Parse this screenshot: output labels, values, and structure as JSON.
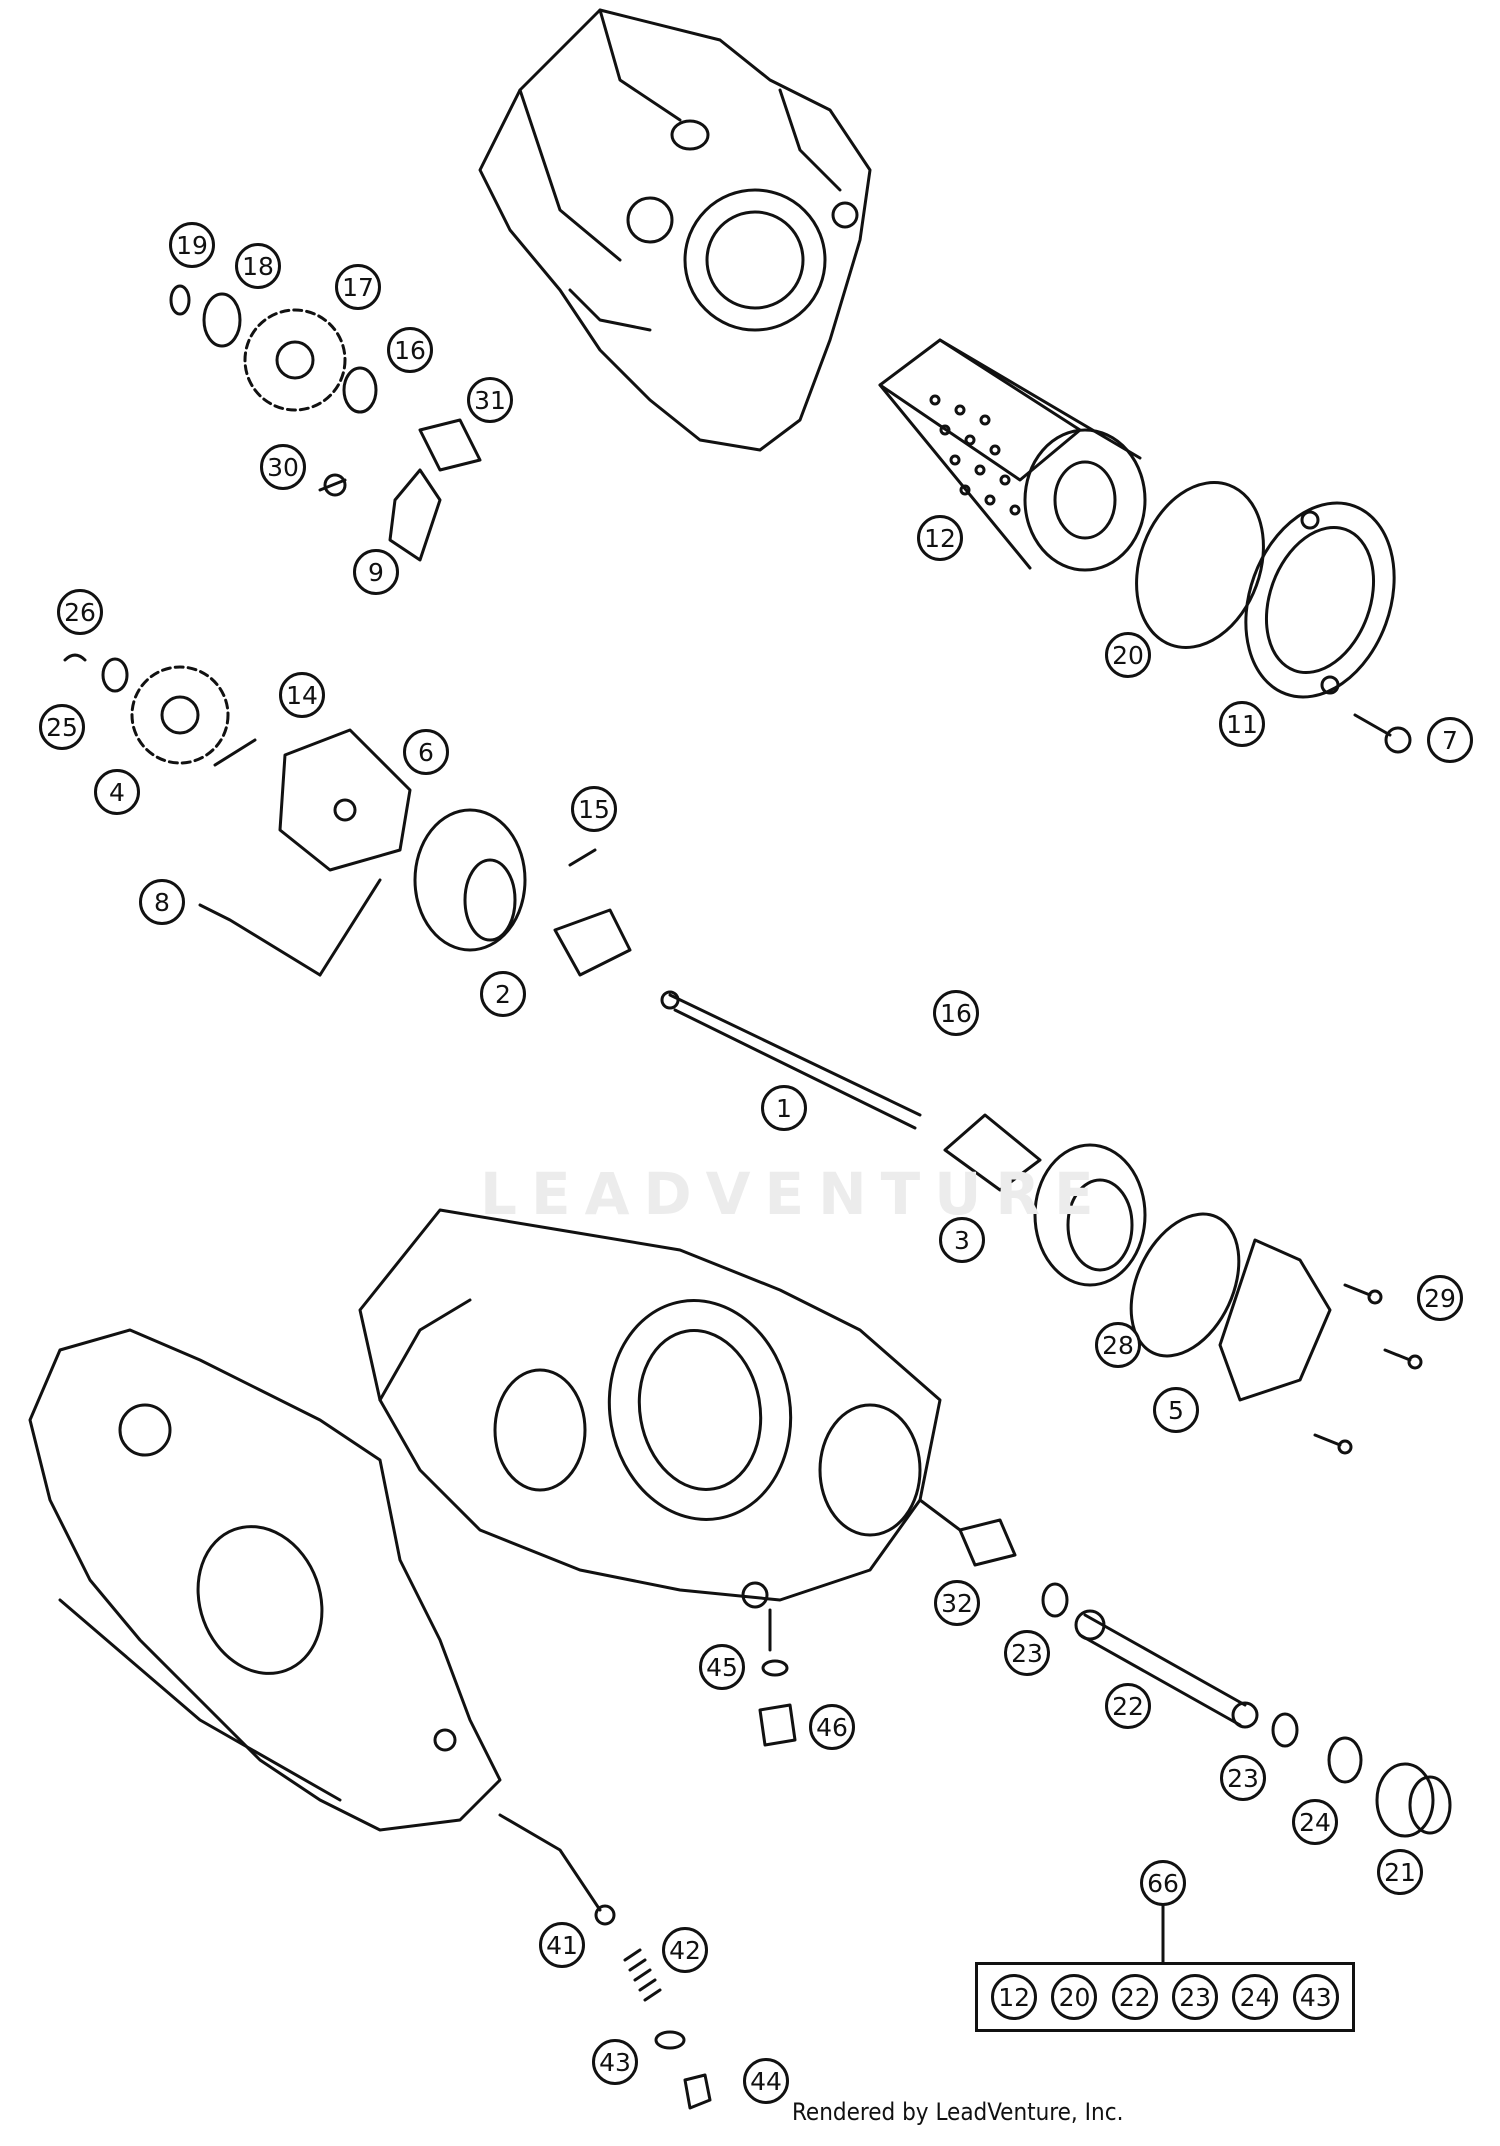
{
  "diagram": {
    "watermark_text": "LEADVENTURE",
    "credit": "Rendered by LeadVenture, Inc.",
    "callouts": [
      "19",
      "18",
      "17",
      "16",
      "31",
      "30",
      "9",
      "12",
      "20",
      "11",
      "7",
      "26",
      "25",
      "4",
      "14",
      "6",
      "15",
      "8",
      "2",
      "16",
      "1",
      "3",
      "29",
      "28",
      "5",
      "32",
      "23",
      "22",
      "23",
      "24",
      "21",
      "45",
      "46",
      "41",
      "42",
      "43",
      "44",
      "66"
    ],
    "kit_label": "66",
    "kit_items": [
      "12",
      "20",
      "22",
      "23",
      "24",
      "43"
    ],
    "colors": {
      "line": "#111111",
      "watermark": "#ececec"
    }
  }
}
